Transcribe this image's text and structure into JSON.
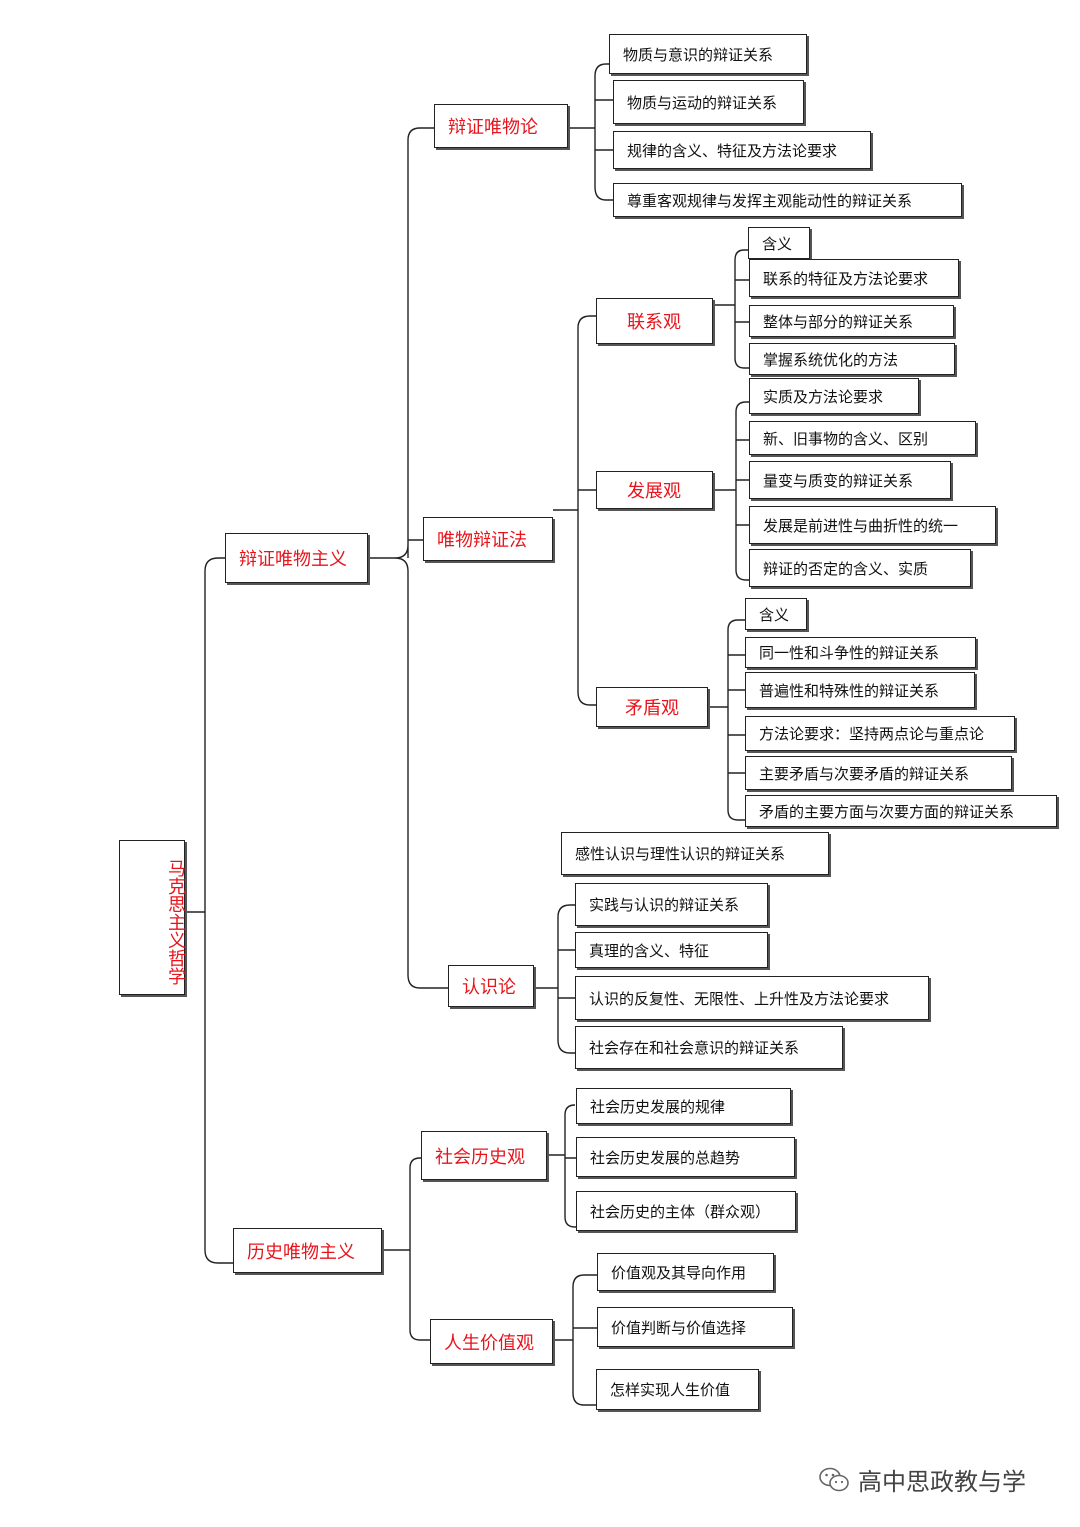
{
  "root": "马克思主义哲学",
  "branches": {
    "dialectical_materialism": "辩证唯物主义",
    "historical_materialism": "历史唯物主义"
  },
  "dialectical_materialism": {
    "materialism": {
      "title": "辩证唯物论",
      "items": [
        "物质与意识的辩证关系",
        "物质与运动的辩证关系",
        "规律的含义、特征及方法论要求",
        "尊重客观规律与发挥主观能动性的辩证关系"
      ]
    },
    "dialectics": {
      "title": "唯物辩证法",
      "connection": {
        "title": "联系观",
        "items": [
          "含义",
          "联系的特征及方法论要求",
          "整体与部分的辩证关系",
          "掌握系统优化的方法"
        ]
      },
      "development": {
        "title": "发展观",
        "items": [
          "实质及方法论要求",
          "新、旧事物的含义、区别",
          "量变与质变的辩证关系",
          "发展是前进性与曲折性的统一",
          "辩证的否定的含义、实质"
        ]
      },
      "contradiction": {
        "title": "矛盾观",
        "items": [
          "含义",
          "同一性和斗争性的辩证关系",
          "普遍性和特殊性的辩证关系",
          "方法论要求：坚持两点论与重点论",
          "主要矛盾与次要矛盾的辩证关系",
          "矛盾的主要方面与次要方面的辩证关系"
        ]
      }
    },
    "epistemology": {
      "title": "认识论",
      "top_item": "感性认识与理性认识的辩证关系",
      "items": [
        "实践与认识的辩证关系",
        "真理的含义、特征",
        "认识的反复性、无限性、上升性及方法论要求",
        "社会存在和社会意识的辩证关系"
      ]
    }
  },
  "historical_materialism": {
    "social_history": {
      "title": "社会历史观",
      "items": [
        "社会历史发展的规律",
        "社会历史发展的总趋势",
        "社会历史的主体（群众观）"
      ]
    },
    "life_values": {
      "title": "人生价值观",
      "items": [
        "价值观及其导向作用",
        "价值判断与价值选择",
        "怎样实现人生价值"
      ]
    }
  },
  "watermark": "高中思政教与学",
  "colors": {
    "highlight": "#e8141c",
    "text": "#111111",
    "border": "#222222"
  }
}
